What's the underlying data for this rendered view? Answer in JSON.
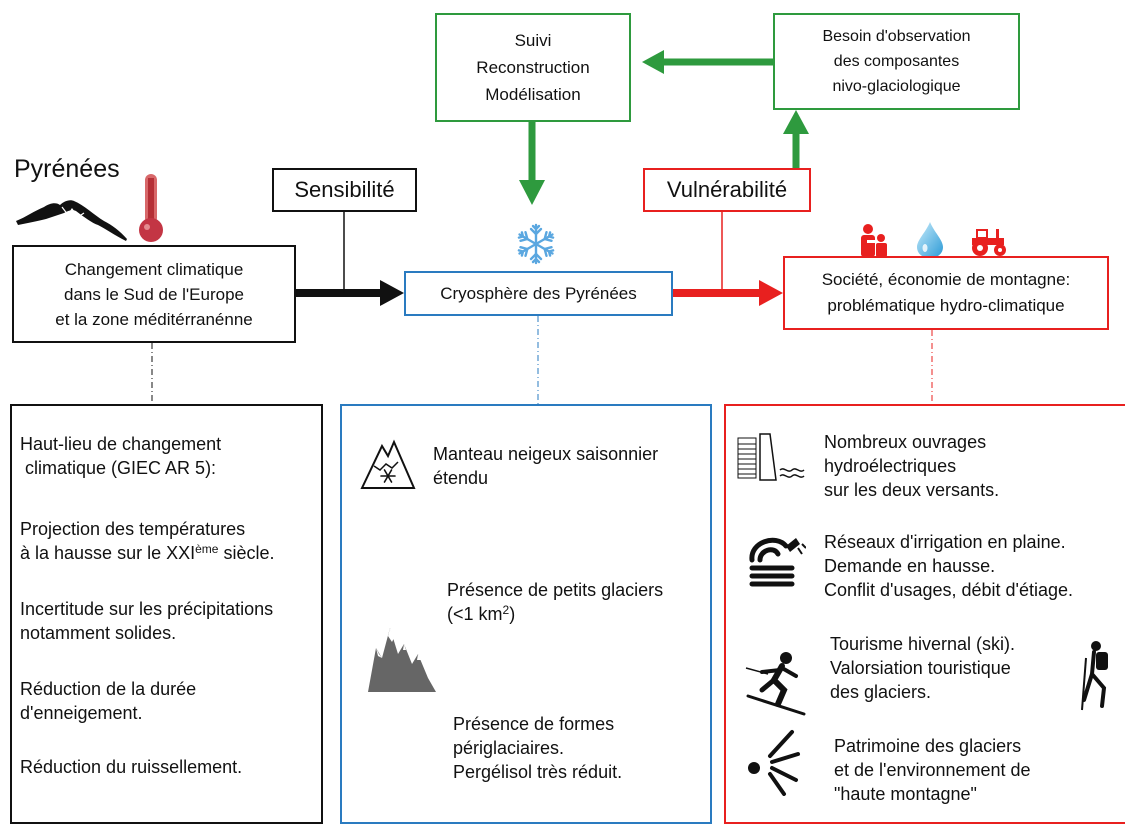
{
  "top_left_box": {
    "lines": [
      "Suivi",
      "Reconstruction",
      "Modélisation"
    ]
  },
  "top_right_box": {
    "lines": [
      "Besoin d'observation",
      "des composantes",
      "nivo-glaciologique"
    ]
  },
  "region_title": "Pyrénées",
  "sensibilite_label": "Sensibilité",
  "vulnerabilite_label": "Vulnérabilité",
  "climate_box": {
    "lines": [
      "Changement climatique",
      "dans le Sud de l'Europe",
      "et la zone méditérranénne"
    ]
  },
  "cryo_box": {
    "label": "Cryosphère des Pyrénées"
  },
  "society_box": {
    "lines": [
      "Société, économie de montagne:",
      "problématique hydro-climatique"
    ]
  },
  "left_panel": {
    "items": [
      {
        "lines": [
          "Haut-lieu de changement",
          " climatique (GIEC AR 5):"
        ]
      },
      {
        "line1": "Projection des températures",
        "line2_pre": "à la hausse sur le XXI",
        "line2_sup": "ème",
        "line2_post": " siècle."
      },
      {
        "lines": [
          "Incertitude sur les précipitations",
          "notamment solides."
        ]
      },
      {
        "lines": [
          "Réduction de la durée",
          "d'enneigement."
        ]
      },
      {
        "lines": [
          "Réduction du ruissellement."
        ]
      }
    ]
  },
  "middle_panel": {
    "snowpack": {
      "lines": [
        "Manteau neigeux saisonnier",
        "étendu"
      ]
    },
    "glaciers": {
      "line1": "Présence de petits glaciers",
      "line2_pre": "(<1 km",
      "line2_sup": "2",
      "line2_post": ")"
    },
    "periglacial": {
      "lines": [
        "Présence de formes",
        "périglaciaires.",
        "Pergélisol très réduit."
      ]
    }
  },
  "right_panel": {
    "hydro": {
      "lines": [
        "Nombreux ouvrages",
        "hydroélectriques",
        "sur les deux versants."
      ]
    },
    "irrigation": {
      "lines": [
        "Réseaux d'irrigation en plaine.",
        "Demande en hausse.",
        "Conflit d'usages, débit d'étiage."
      ]
    },
    "tourism": {
      "lines": [
        "Tourisme hivernal (ski).",
        "Valorsiation touristique",
        "des glaciers."
      ]
    },
    "heritage": {
      "lines": [
        "Patrimoine des glaciers",
        "et de l'environnement de",
        "\"haute montagne\""
      ]
    }
  },
  "colors": {
    "green": "#2e9a3e",
    "red": "#e8201f",
    "blue": "#2a7bc0",
    "black": "#111111"
  }
}
